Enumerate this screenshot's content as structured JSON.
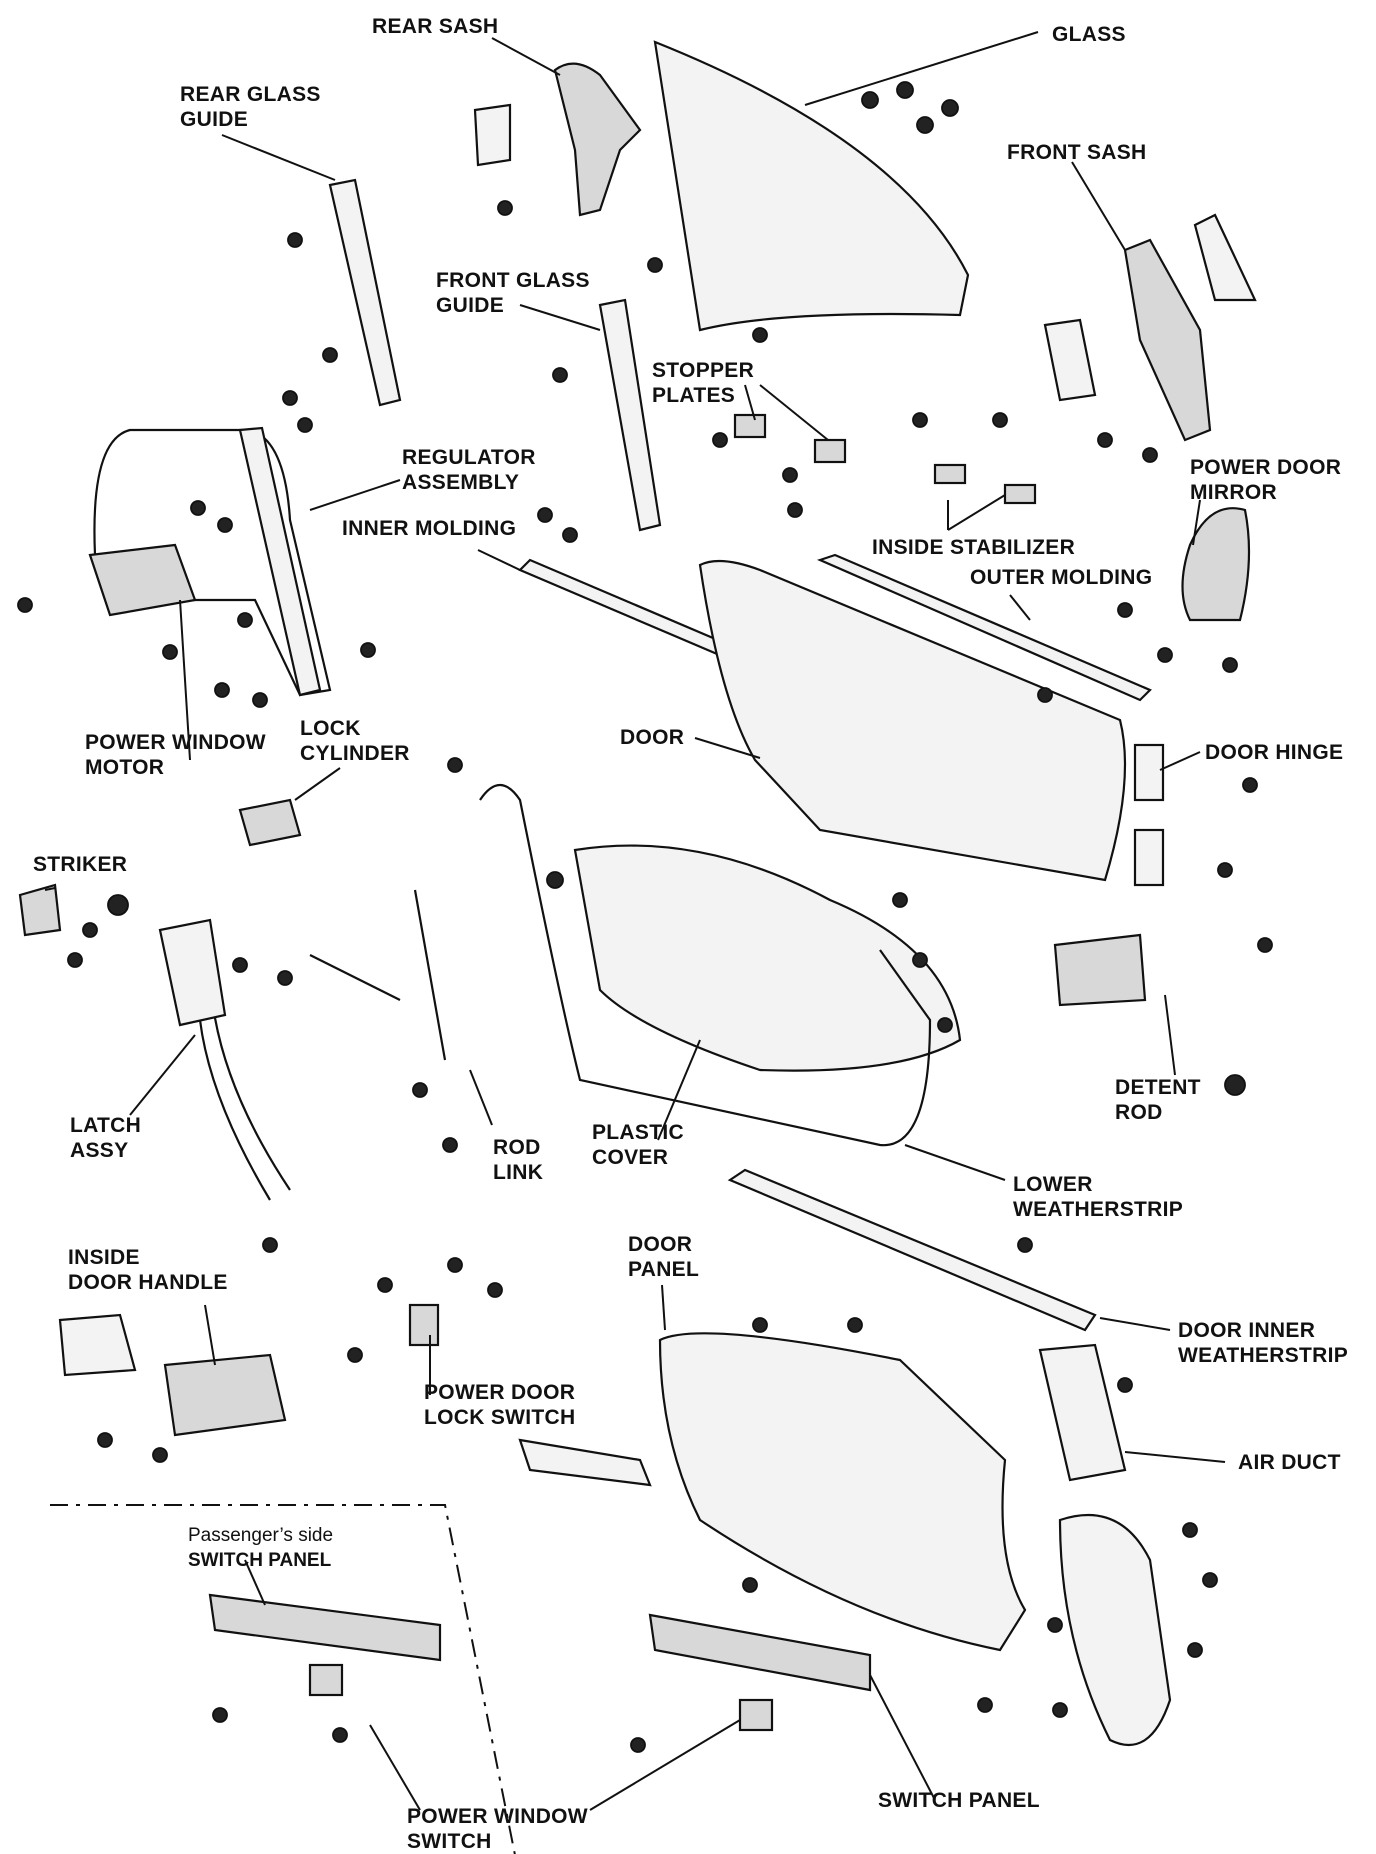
{
  "diagram": {
    "labels": {
      "rear_sash": [
        "REAR SASH"
      ],
      "glass": [
        "GLASS"
      ],
      "rear_glass_guide": [
        "REAR GLASS",
        "GUIDE"
      ],
      "front_sash": [
        "FRONT SASH"
      ],
      "front_glass_guide": [
        "FRONT GLASS",
        "GUIDE"
      ],
      "stopper_plates": [
        "STOPPER",
        "PLATES"
      ],
      "regulator_assembly": [
        "REGULATOR",
        "ASSEMBLY"
      ],
      "power_door_mirror": [
        "POWER DOOR",
        "MIRROR"
      ],
      "inner_molding": [
        "INNER MOLDING"
      ],
      "inside_stabilizer": [
        "INSIDE STABILIZER"
      ],
      "outer_molding": [
        "OUTER MOLDING"
      ],
      "power_window_motor": [
        "POWER WINDOW",
        "MOTOR"
      ],
      "lock_cylinder": [
        "LOCK",
        "CYLINDER"
      ],
      "door": [
        "DOOR"
      ],
      "door_hinge": [
        "DOOR HINGE"
      ],
      "striker": [
        "STRIKER"
      ],
      "detent_rod": [
        "DETENT",
        "ROD"
      ],
      "latch_assy": [
        "LATCH",
        "ASSY"
      ],
      "rod_link": [
        "ROD",
        "LINK"
      ],
      "plastic_cover": [
        "PLASTIC",
        "COVER"
      ],
      "lower_weatherstrip": [
        "LOWER",
        "WEATHERSTRIP"
      ],
      "inside_door_handle": [
        "INSIDE",
        "DOOR HANDLE"
      ],
      "door_panel": [
        "DOOR",
        "PANEL"
      ],
      "power_door_lock_switch": [
        "POWER DOOR",
        "LOCK SWITCH"
      ],
      "door_inner_weatherstrip": [
        "DOOR INNER",
        "WEATHERSTRIP"
      ],
      "air_duct": [
        "AIR DUCT"
      ],
      "passenger_switch_panel": [
        "Passenger’s side",
        "SWITCH PANEL"
      ],
      "switch_panel": [
        "SWITCH PANEL"
      ],
      "power_window_switch": [
        "POWER WINDOW",
        "SWITCH"
      ]
    }
  }
}
